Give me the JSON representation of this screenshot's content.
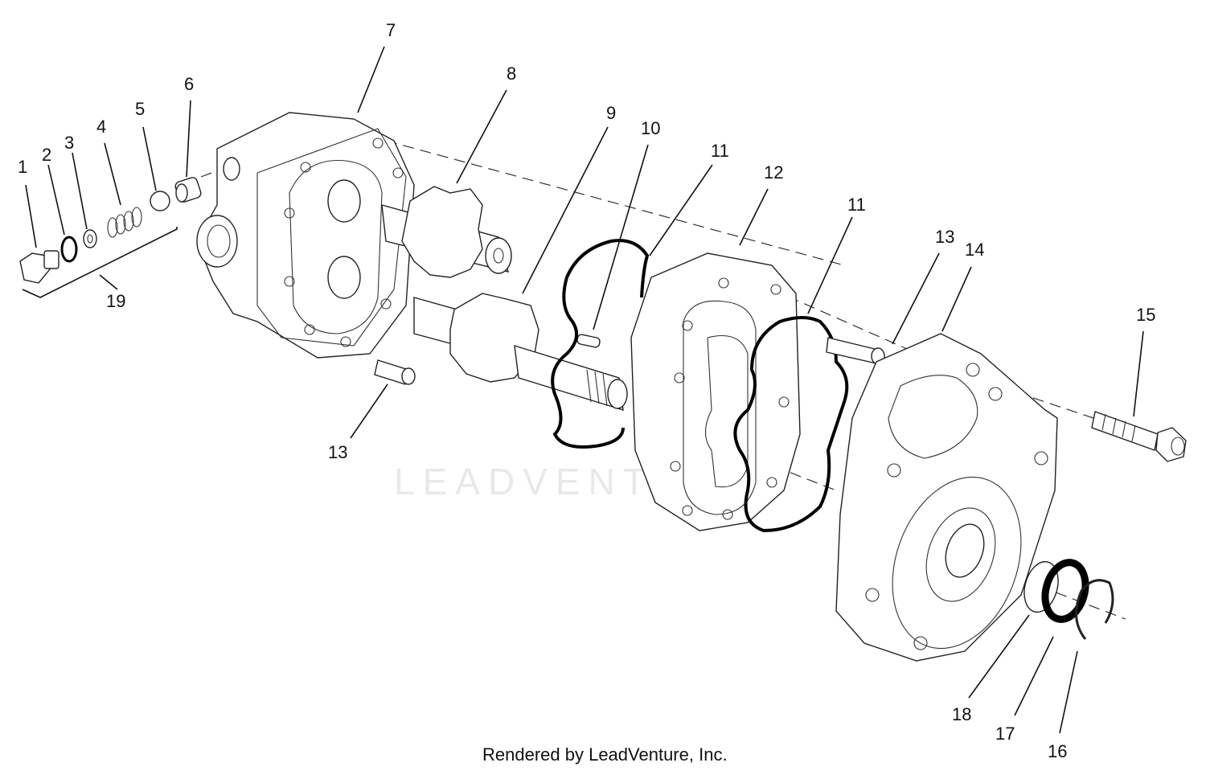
{
  "callouts": [
    {
      "id": "1",
      "text": "1"
    },
    {
      "id": "2",
      "text": "2"
    },
    {
      "id": "3",
      "text": "3"
    },
    {
      "id": "4",
      "text": "4"
    },
    {
      "id": "5",
      "text": "5"
    },
    {
      "id": "6",
      "text": "6"
    },
    {
      "id": "7",
      "text": "7"
    },
    {
      "id": "8",
      "text": "8"
    },
    {
      "id": "9",
      "text": "9"
    },
    {
      "id": "10",
      "text": "10"
    },
    {
      "id": "11a",
      "text": "11"
    },
    {
      "id": "12",
      "text": "12"
    },
    {
      "id": "11b",
      "text": "11"
    },
    {
      "id": "13a",
      "text": "13"
    },
    {
      "id": "14",
      "text": "14"
    },
    {
      "id": "15",
      "text": "15"
    },
    {
      "id": "13b",
      "text": "13"
    },
    {
      "id": "18",
      "text": "18"
    },
    {
      "id": "17",
      "text": "17"
    },
    {
      "id": "16",
      "text": "16"
    },
    {
      "id": "19",
      "text": "19"
    }
  ],
  "watermark": "LEADVENTURE",
  "footer": "Rendered by LeadVenture, Inc."
}
